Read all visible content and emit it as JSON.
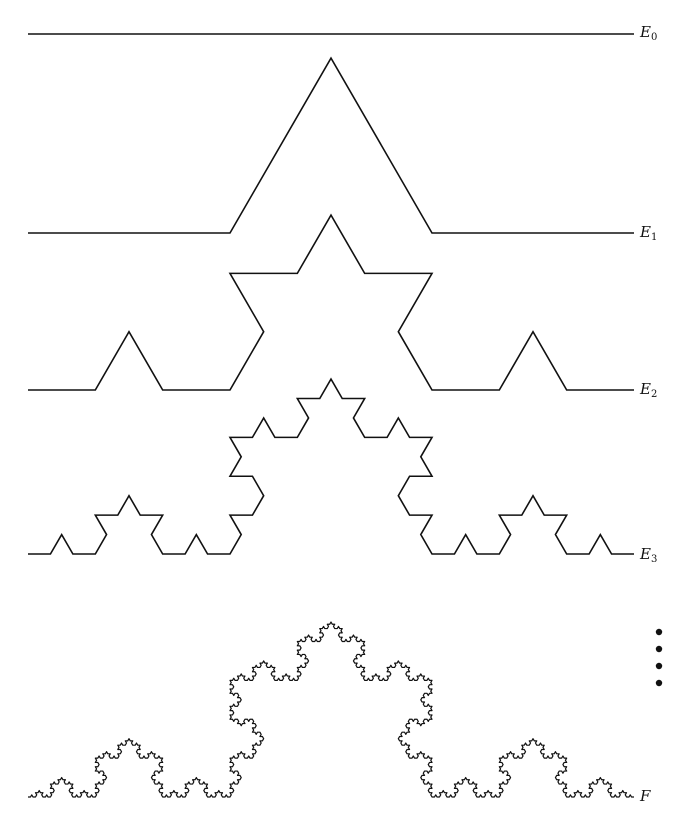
{
  "stages": [
    {
      "name": "E",
      "sub": "0",
      "iterations": 0
    },
    {
      "name": "E",
      "sub": "1",
      "iterations": 1
    },
    {
      "name": "E",
      "sub": "2",
      "iterations": 2
    },
    {
      "name": "E",
      "sub": "3",
      "iterations": 3
    },
    {
      "name": "F",
      "sub": "",
      "iterations": 5
    }
  ],
  "continuation": "⋮",
  "colors": {
    "stroke": "#111111",
    "background": "#ffffff"
  }
}
